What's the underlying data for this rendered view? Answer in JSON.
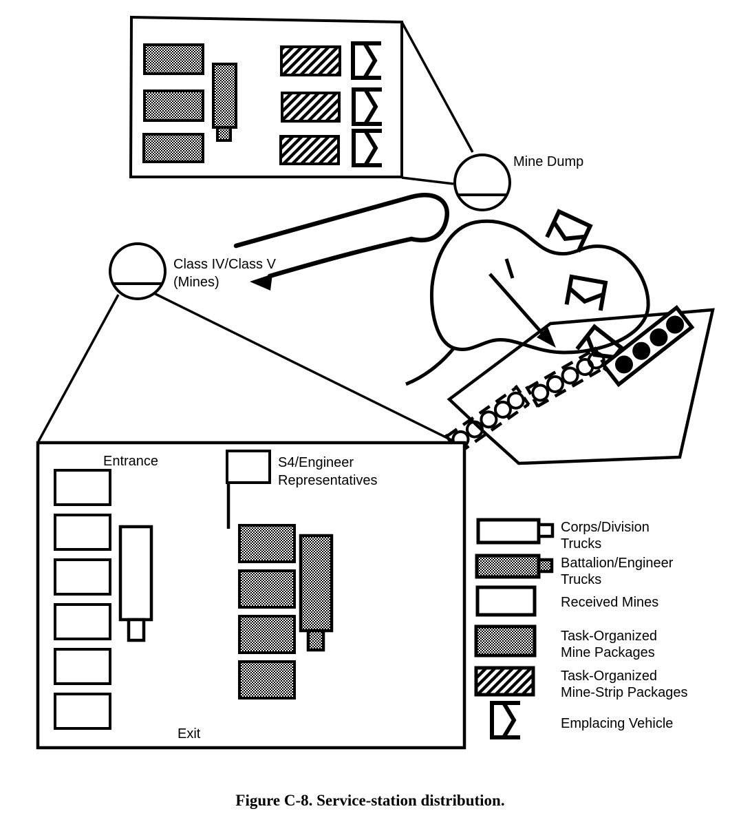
{
  "figure": {
    "caption": "Figure C-8. Service-station distribution."
  },
  "diagram": {
    "mine_dump_label": "Mine Dump",
    "class_point_label_line1": "Class IV/Class V",
    "class_point_label_line2": "(Mines)",
    "station": {
      "entrance": "Entrance",
      "exit": "Exit",
      "s4_line1": "S4/Engineer",
      "s4_line2": "Representatives"
    }
  },
  "legend": {
    "items": [
      {
        "symbol": "corps-division-truck-icon",
        "line1": "Corps/Division",
        "line2": "Trucks"
      },
      {
        "symbol": "battalion-engineer-truck-icon",
        "line1": "Battalion/Engineer",
        "line2": "Trucks"
      },
      {
        "symbol": "received-mines-swatch",
        "line1": "Received Mines",
        "line2": ""
      },
      {
        "symbol": "task-organized-mine-packages-swatch",
        "line1": "Task-Organized",
        "line2": "Mine Packages"
      },
      {
        "symbol": "task-organized-mine-strip-packages-swatch",
        "line1": "Task-Organized",
        "line2": "Mine-Strip Packages"
      },
      {
        "symbol": "emplacing-vehicle-icon",
        "line1": "Emplacing Vehicle",
        "line2": ""
      }
    ]
  },
  "colors": {
    "ink": "#000000",
    "paper": "#ffffff"
  }
}
